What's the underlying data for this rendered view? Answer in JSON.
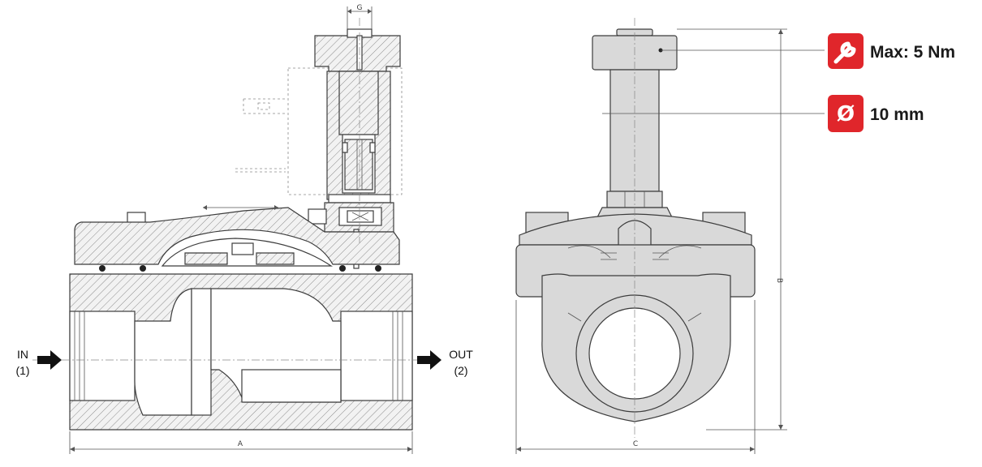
{
  "dimensions": {
    "a": "A",
    "b": "B",
    "c": "C",
    "g": "G"
  },
  "ports": {
    "inlet_label": "IN",
    "inlet_number": "(1)",
    "outlet_label": "OUT",
    "outlet_number": "(2)"
  },
  "specs": {
    "torque_text": "Max: 5 Nm",
    "diameter_symbol": "Ø",
    "diameter_text": "10 mm"
  },
  "colors": {
    "badge_red": "#e0262b",
    "line_dark": "#3c3c3c",
    "body_grey": "#d9d9d9"
  },
  "icons": {
    "torque": "wrench-icon",
    "diameter": "diameter-icon",
    "inlet_arrow": "arrow-right-icon",
    "outlet_arrow": "arrow-right-icon"
  }
}
